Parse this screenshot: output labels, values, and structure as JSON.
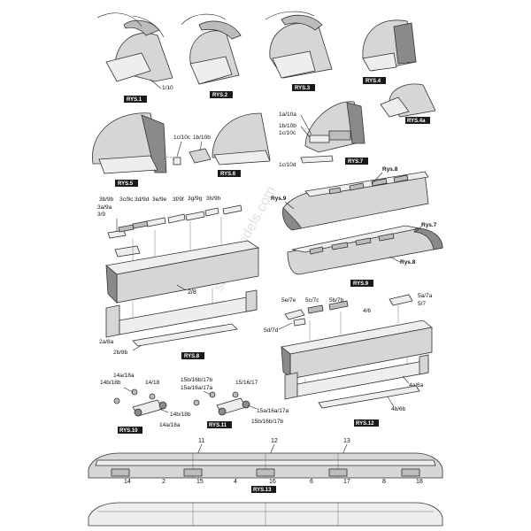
{
  "figures": {
    "rys1": {
      "caption": "RYS.1",
      "part": "1/10"
    },
    "rys2": {
      "caption": "RYS.2"
    },
    "rys3": {
      "caption": "RYS.3"
    },
    "rys4": {
      "caption": "RYS.4"
    },
    "rys4a": {
      "caption": "RYS.4a"
    },
    "rys5": {
      "caption": "RYS.5"
    },
    "rys6": {
      "caption": "RYS.6",
      "parts": [
        "1c/10c",
        "1b/10b"
      ]
    },
    "rys7": {
      "caption": "RYS.7",
      "parts": [
        "1a/10a",
        "1b/10b",
        "1c/10c",
        "1c/10d"
      ]
    },
    "rys8": {
      "caption": "RYS.8",
      "parts": [
        "3b/9b",
        "3c/9c",
        "3d/9d",
        "3e/9e",
        "3f/9f",
        "3g/9g",
        "3h/9h",
        "3a/9a",
        "3/9",
        "2/8",
        "2a/8a",
        "2b/8b"
      ]
    },
    "rys9": {
      "caption": "RYS.9",
      "refs": [
        "Rys.8",
        "Rys.9",
        "Rys.7",
        "Rys.8"
      ]
    },
    "rys10": {
      "caption": "RYS.10",
      "parts": [
        "14a/18a",
        "14b/18b",
        "14/18",
        "14b/18b",
        "14a/18a"
      ]
    },
    "rys11": {
      "caption": "RYS.11",
      "parts": [
        "15b/16b/17b",
        "15a/16a/17a",
        "15/16/17",
        "15a/16a/17a",
        "15b/16b/17b"
      ]
    },
    "rys12": {
      "caption": "RYS.12",
      "parts": [
        "5e/7e",
        "5c/7c",
        "5b/7b",
        "5a/7a",
        "5/7",
        "4/6",
        "5d/7d",
        "4a/6a",
        "4b/6b"
      ]
    },
    "rys13": {
      "caption": "RYS.13",
      "top_numbers": [
        "11",
        "12",
        "13"
      ],
      "bottom_numbers": [
        "14",
        "2",
        "15",
        "4",
        "16",
        "6",
        "17",
        "8",
        "18"
      ]
    }
  },
  "watermark": "sabre-models.com"
}
